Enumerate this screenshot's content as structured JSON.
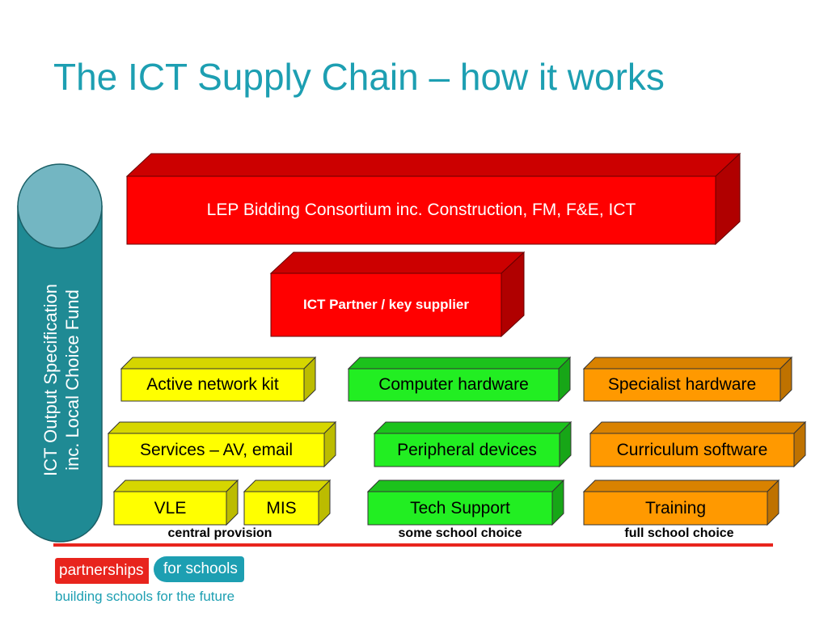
{
  "title": "The ICT Supply Chain – how it works",
  "side_panel": {
    "line1": "ICT Output Specification",
    "line2": "inc. Local Choice Fund"
  },
  "boxes": {
    "consortium": "LEP Bidding Consortium inc. Construction, FM, F&E, ICT",
    "partner": "ICT Partner / key supplier",
    "active_network": "Active network kit",
    "computer_hardware": "Computer hardware",
    "specialist_hardware": "Specialist hardware",
    "services": "Services – AV, email",
    "peripheral": "Peripheral devices",
    "curriculum_software": "Curriculum software",
    "vle": "VLE",
    "mis": "MIS",
    "tech_support": "Tech Support",
    "training": "Training"
  },
  "columns": {
    "central": "central provision",
    "some": "some school choice",
    "full": "full school choice"
  },
  "logo": {
    "left": "partnerships",
    "right": "for schools",
    "tagline": "building schools for the future"
  },
  "colors": {
    "title": "#1d9fb2",
    "red": "#ff0000",
    "yellow": "#ffff00",
    "green": "#22ee22",
    "orange": "#ff9900",
    "cylinder": "#1f8a94",
    "cylinder_top": "#73b6c2",
    "divider": "#e8241d"
  }
}
